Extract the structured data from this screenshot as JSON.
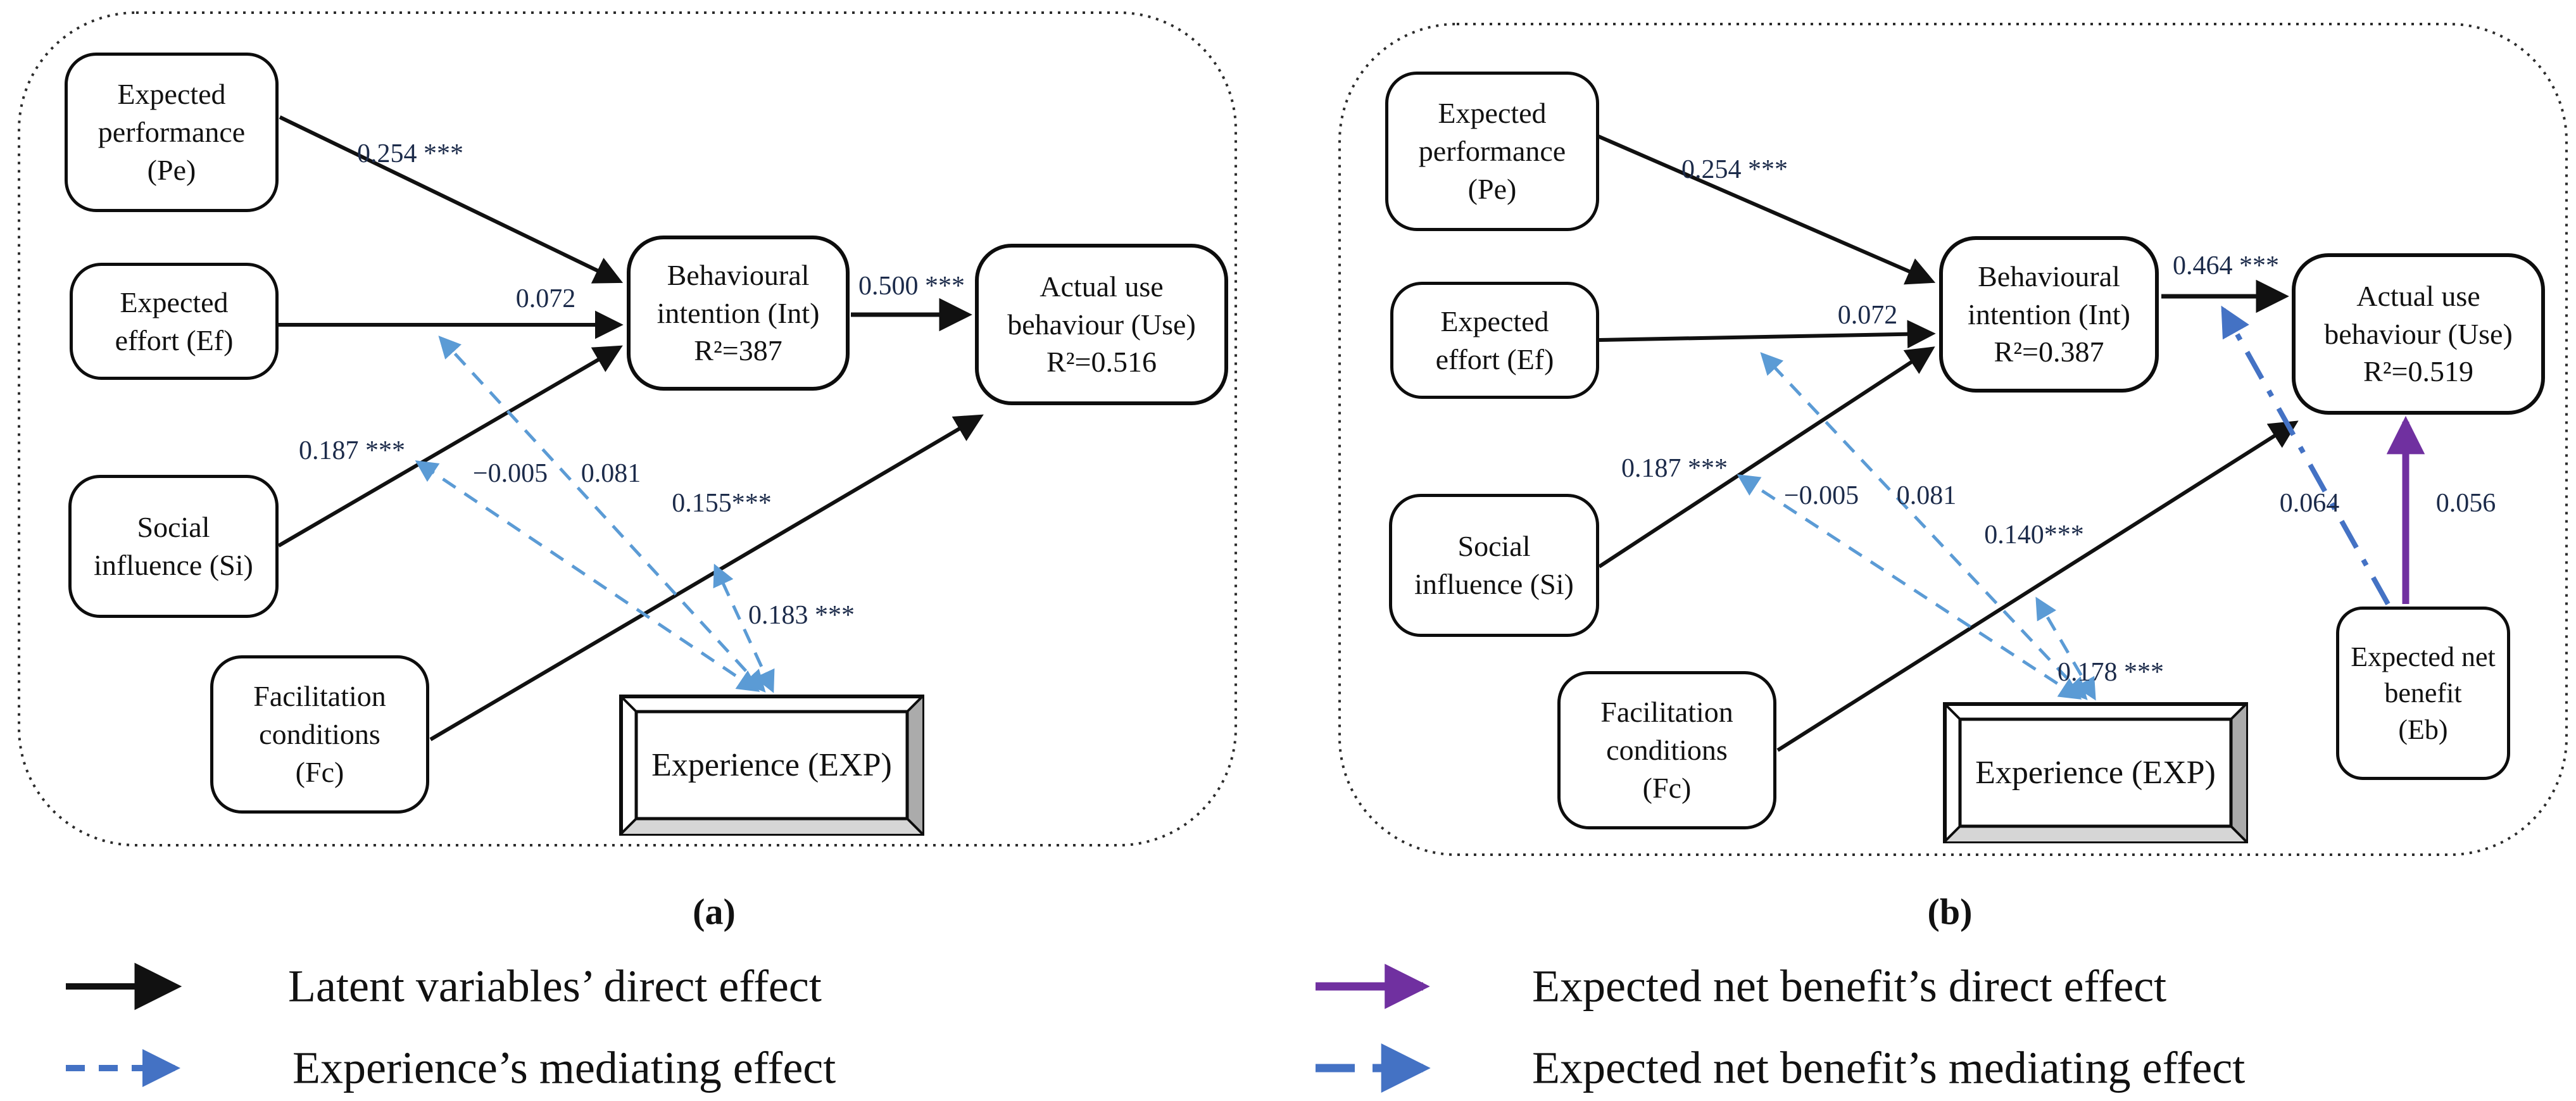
{
  "figure": {
    "panel_a": {
      "caption": "(a)",
      "nodes": {
        "pe": [
          "Expected",
          "performance",
          "(Pe)"
        ],
        "ef": [
          "Expected",
          "effort (Ef)"
        ],
        "si": [
          "Social",
          "influence (Si)"
        ],
        "fc": [
          "Facilitation",
          "conditions",
          "(Fc)"
        ],
        "int": [
          "Behavioural",
          "intention (Int)",
          "R²=387"
        ],
        "use": [
          "Actual use",
          "behaviour (Use)",
          "R²=0.516"
        ],
        "exp": [
          "Experience (EXP)"
        ]
      },
      "coeffs": {
        "pe_int": "0.254 ***",
        "ef_int": "0.072",
        "si_int": "0.187 ***",
        "fc_use": "0.155***",
        "int_use": "0.500 ***",
        "exp_si": "−0.005",
        "exp_ef": "0.081",
        "exp_fc": "0.183 ***"
      }
    },
    "panel_b": {
      "caption": "(b)",
      "nodes": {
        "pe": [
          "Expected",
          "performance",
          "(Pe)"
        ],
        "ef": [
          "Expected",
          "effort (Ef)"
        ],
        "si": [
          "Social",
          "influence (Si)"
        ],
        "fc": [
          "Facilitation",
          "conditions",
          "(Fc)"
        ],
        "int": [
          "Behavioural",
          "intention (Int)",
          "R²=0.387"
        ],
        "use": [
          "Actual use",
          "behaviour (Use)",
          "R²=0.519"
        ],
        "exp": [
          "Experience (EXP)"
        ],
        "eb": [
          "Expected net",
          "benefit",
          "(Eb)"
        ]
      },
      "coeffs": {
        "pe_int": "0.254 ***",
        "ef_int": "0.072",
        "si_int": "0.187 ***",
        "fc_use": "0.140***",
        "int_use": "0.464 ***",
        "exp_si": "−0.005",
        "exp_ef": "0.081",
        "exp_fc": "0.178 ***",
        "eb_intuse": "0.064",
        "eb_use": "0.056"
      }
    },
    "legend": {
      "a_direct": "Latent variables’ direct effect",
      "a_mediating": "Experience’s mediating effect",
      "b_direct": "Expected net benefit’s direct effect",
      "b_mediating": "Expected net benefit’s mediating effect"
    },
    "colors": {
      "line_black": "#111111",
      "mediator_blue": "#5B9BD5",
      "legend_blue": "#4472C4",
      "purple": "#7030A0"
    }
  }
}
